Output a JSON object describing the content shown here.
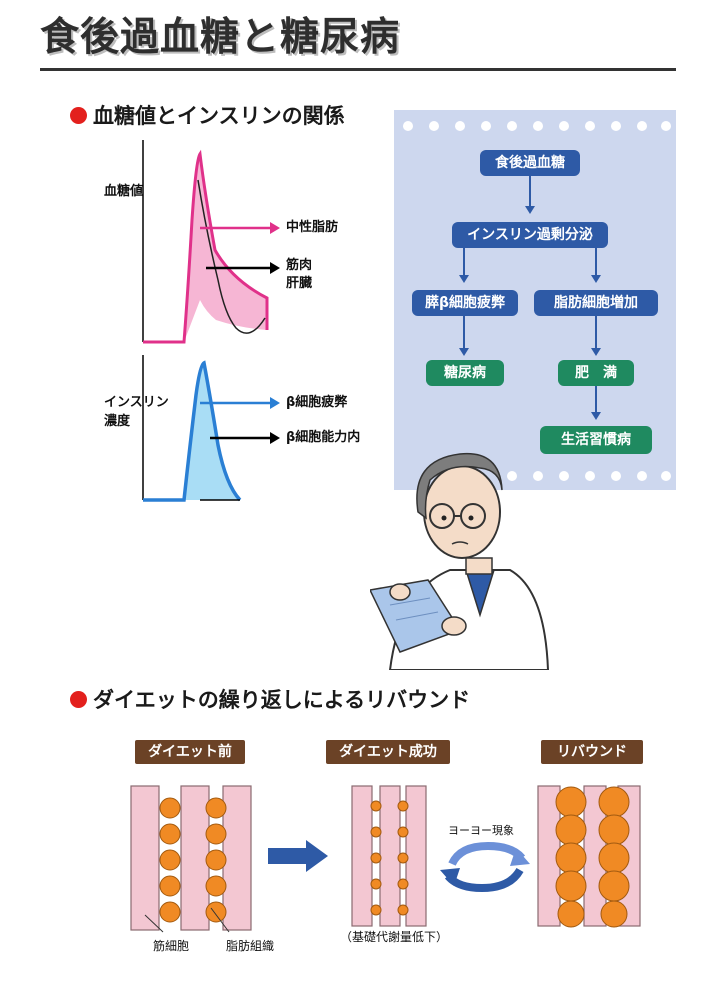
{
  "title": "食後過血糖と糖尿病",
  "section1": {
    "heading": "血糖値とインスリンの関係"
  },
  "glucose_chart": {
    "ylabel": "血糖値",
    "arrow1_label": "中性脂肪",
    "arrow2_label_line1": "筋肉",
    "arrow2_label_line2": "肝臓",
    "colors": {
      "curve": "#e0318a",
      "fill": "#f6b6d4",
      "arrow1": "#e0318a",
      "arrow2": "#000000"
    }
  },
  "insulin_chart": {
    "ylabel_line1": "インスリン",
    "ylabel_line2": "濃度",
    "arrow1_label": "β細胞疲弊",
    "arrow2_label": "β細胞能力内",
    "colors": {
      "curve": "#2a7fd4",
      "fill": "#a9ddf5",
      "arrow1": "#2a7fd4",
      "arrow2": "#000000"
    }
  },
  "flowchart": {
    "nodes": {
      "start": "食後過血糖",
      "excess": "インスリン過剰分泌",
      "beta": "膵β細胞疲弊",
      "fatcell": "脂肪細胞増加",
      "diabetes": "糖尿病",
      "obesity": "肥　満",
      "lifestyle": "生活習慣病"
    },
    "colors": {
      "panel": "#cdd7ee",
      "node": "#2e5aa6",
      "end_node": "#1f8a60",
      "arrow": "#2e5aa6"
    }
  },
  "section2": {
    "heading": "ダイエットの繰り返しによるリバウンド"
  },
  "rebound": {
    "stage1_label": "ダイエット前",
    "stage2_label": "ダイエット成功",
    "stage3_label": "リバウンド",
    "muscle_label": "筋細胞",
    "fat_label": "脂肪組織",
    "metabolism_note": "（基礎代謝量低下）",
    "yoyo_label": "ヨーヨー現象",
    "colors": {
      "tag": "#6b4226",
      "muscle": "#f3c7d2",
      "fat": "#f08a24"
    }
  }
}
